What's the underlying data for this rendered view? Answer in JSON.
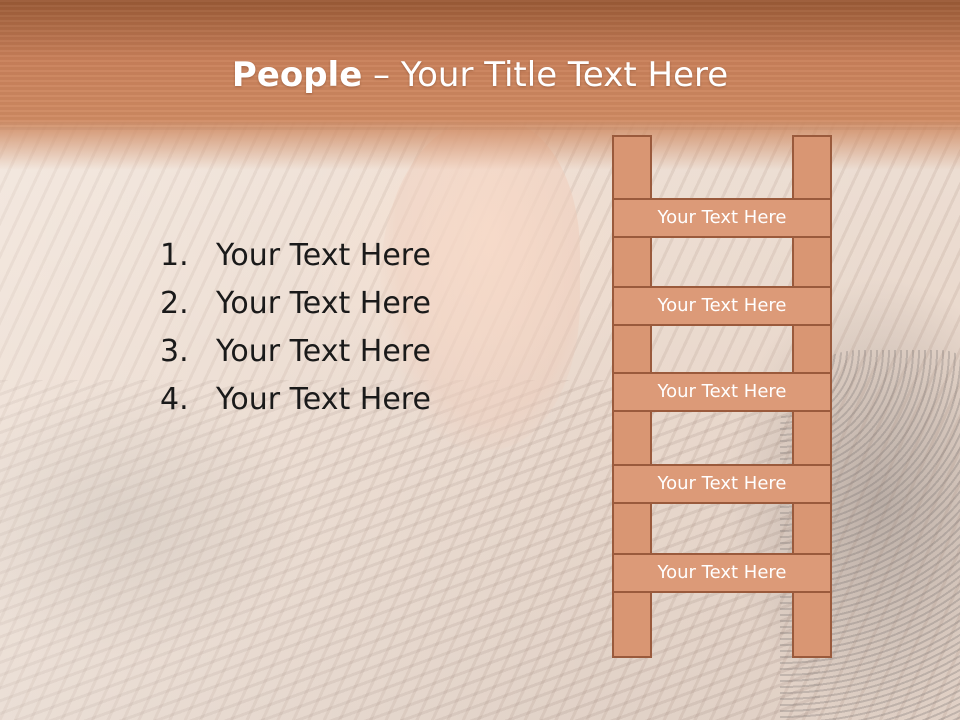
{
  "slide": {
    "title_bold": "People",
    "title_rest": " – Your Title Text Here",
    "list_items": [
      {
        "number": "1.",
        "text": "Your Text Here"
      },
      {
        "number": "2.",
        "text": "Your Text Here"
      },
      {
        "number": "3.",
        "text": "Your Text Here"
      },
      {
        "number": "4.",
        "text": "Your Text Here"
      }
    ],
    "ladder_rungs": [
      "Your Text Here",
      "Your Text Here",
      "Your Text Here",
      "Your Text Here",
      "Your Text Here"
    ]
  },
  "colors": {
    "title_band": "#c9805a",
    "ladder_fill": "#dc9a78",
    "ladder_border": "#9a5a3c",
    "list_text": "#1a1a1a"
  },
  "background_photo": "person-in-striped-shirt-stretching"
}
